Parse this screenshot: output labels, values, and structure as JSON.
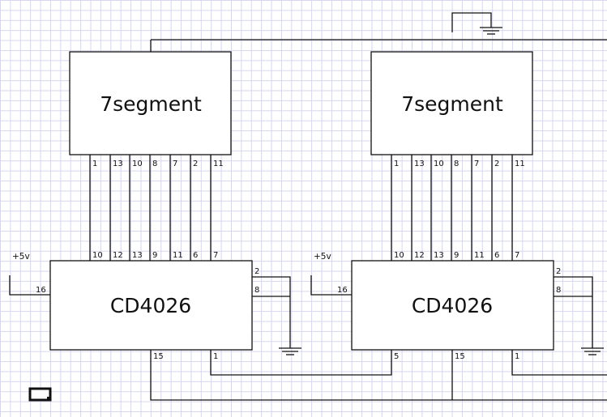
{
  "display_label": "7segment",
  "counter_label": "CD4026",
  "supply_label": "+5v",
  "display_pins": [
    "1",
    "13",
    "10",
    "8",
    "7",
    "2",
    "11"
  ],
  "counter_output_pins": [
    "10",
    "12",
    "13",
    "9",
    "11",
    "6",
    "7"
  ],
  "counter_power_pin": "16",
  "counter_right_pins": [
    "2",
    "8"
  ],
  "left_counter_bottom_pins": [
    "15",
    "1"
  ],
  "right_counter_bottom_pins": [
    "5",
    "15",
    "1"
  ]
}
